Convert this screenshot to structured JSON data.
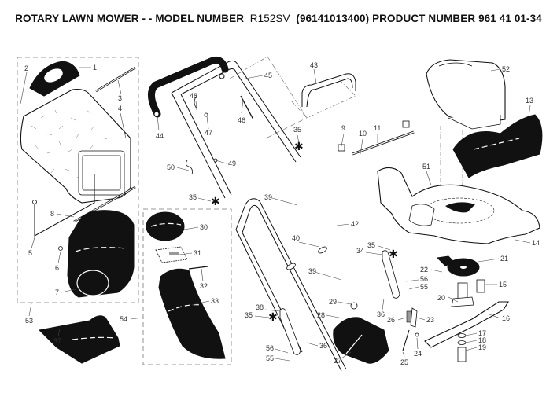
{
  "title": {
    "prefix": "ROTARY LAWN MOWER - - MODEL NUMBER",
    "model": "R152SV",
    "suffix": "(96141013400) PRODUCT NUMBER 961 41 01-34"
  },
  "callouts": {
    "c1": "1",
    "c2": "2",
    "c3": "3",
    "c4": "4",
    "c5": "5",
    "c6": "6",
    "c7": "7",
    "c8": "8",
    "c9": "9",
    "c10": "10",
    "c11": "11",
    "c13": "13",
    "c14": "14",
    "c15": "15",
    "c16": "16",
    "c17": "17",
    "c18": "18",
    "c19": "19",
    "c20": "20",
    "c21": "21",
    "c22": "22",
    "c23": "23",
    "c24": "24",
    "c25": "25",
    "c26": "26",
    "c27": "27",
    "c28": "28",
    "c29": "29",
    "c30": "30",
    "c31": "31",
    "c32": "32",
    "c33": "33",
    "c34": "34",
    "c35a": "35",
    "c35b": "35",
    "c35c": "35",
    "c35d": "35",
    "c36a": "36",
    "c36b": "36",
    "c37": "37",
    "c38": "38",
    "c39a": "39",
    "c39b": "39",
    "c40": "40",
    "c42": "42",
    "c43": "43",
    "c44": "44",
    "c45": "45",
    "c46": "46",
    "c47": "47",
    "c48": "48",
    "c49": "49",
    "c50": "50",
    "c51": "51",
    "c52": "52",
    "c53": "53",
    "c54": "54",
    "c55a": "55",
    "c55b": "55",
    "c56a": "56",
    "c56b": "56"
  },
  "parts": [
    {
      "id": "grass-bag-cover",
      "callout": "1"
    },
    {
      "id": "screw",
      "callout": "2"
    },
    {
      "id": "rod",
      "callout": "3"
    },
    {
      "id": "grass-bag",
      "callout": "4"
    },
    {
      "id": "bag-frame-handle",
      "callout": "5"
    },
    {
      "id": "clip",
      "callout": "6"
    },
    {
      "id": "grass-catcher-housing",
      "callout": "7"
    },
    {
      "id": "rod-long",
      "callout": "8"
    },
    {
      "id": "bolt",
      "callout": "9"
    },
    {
      "id": "washer",
      "callout": "10"
    },
    {
      "id": "axle",
      "callout": "11"
    },
    {
      "id": "rear-deflector",
      "callout": "13"
    },
    {
      "id": "screw",
      "callout": "14"
    },
    {
      "id": "bolt",
      "callout": "15"
    },
    {
      "id": "blade",
      "callout": "16"
    },
    {
      "id": "washer",
      "callout": "17"
    },
    {
      "id": "lock-washer",
      "callout": "18"
    },
    {
      "id": "blade-bolt",
      "callout": "19"
    },
    {
      "id": "blade-adapter",
      "callout": "20"
    },
    {
      "id": "guard-plate",
      "callout": "21"
    },
    {
      "id": "screw",
      "callout": "22"
    },
    {
      "id": "height-adjuster",
      "callout": "23"
    },
    {
      "id": "nut",
      "callout": "24"
    },
    {
      "id": "adjuster-rod",
      "callout": "25"
    },
    {
      "id": "spring",
      "callout": "26"
    },
    {
      "id": "side-discharge-chute",
      "callout": "27"
    },
    {
      "id": "chute-door",
      "callout": "28"
    },
    {
      "id": "knob",
      "callout": "29"
    },
    {
      "id": "mulch-plug",
      "callout": "30"
    },
    {
      "id": "hinge-bracket",
      "callout": "31"
    },
    {
      "id": "pin",
      "callout": "32"
    },
    {
      "id": "discharge-tube",
      "callout": "33"
    },
    {
      "id": "handle-bracket-right",
      "callout": "34"
    },
    {
      "id": "star-knob",
      "callout": "35"
    },
    {
      "id": "bolt",
      "callout": "36"
    },
    {
      "id": "mulch-deflector",
      "callout": "37"
    },
    {
      "id": "handle-bracket-left",
      "callout": "38"
    },
    {
      "id": "bolt",
      "callout": "39"
    },
    {
      "id": "cable-tie",
      "callout": "40"
    },
    {
      "id": "lower-handle",
      "callout": "42"
    },
    {
      "id": "control-bar",
      "callout": "43"
    },
    {
      "id": "grip",
      "callout": "44"
    },
    {
      "id": "upper-handle",
      "callout": "45"
    },
    {
      "id": "cable",
      "callout": "46"
    },
    {
      "id": "screw",
      "callout": "47"
    },
    {
      "id": "cable-guide",
      "callout": "48"
    },
    {
      "id": "nut",
      "callout": "49"
    },
    {
      "id": "rope-guide",
      "callout": "50"
    },
    {
      "id": "deck",
      "callout": "51"
    },
    {
      "id": "engine",
      "callout": "52"
    },
    {
      "id": "grass-catcher-kit",
      "callout": "53"
    },
    {
      "id": "mulching-kit",
      "callout": "54"
    },
    {
      "id": "nut",
      "callout": "55"
    },
    {
      "id": "washer",
      "callout": "56"
    }
  ]
}
